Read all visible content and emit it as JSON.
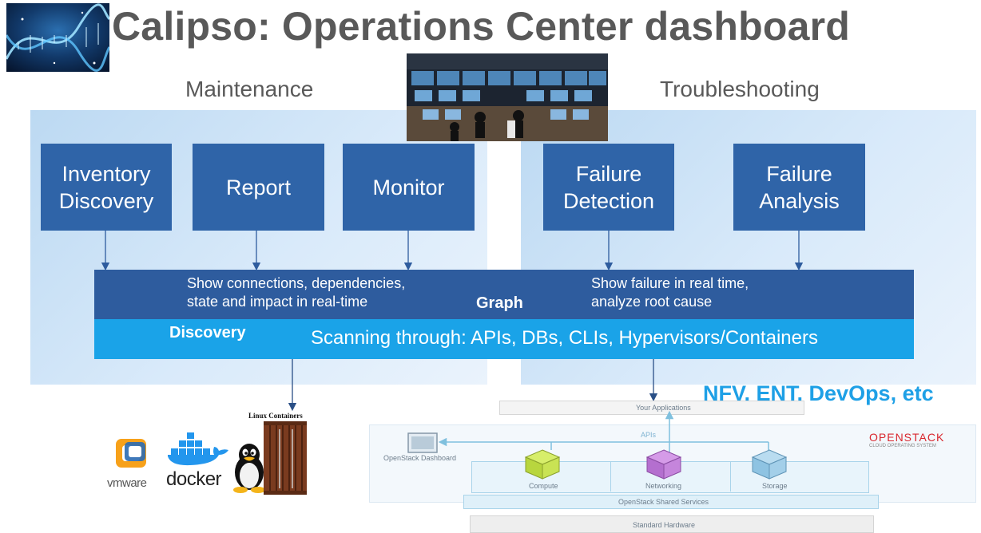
{
  "title": "Calipso: Operations Center dashboard",
  "sections": {
    "maintenance": "Maintenance",
    "troubleshooting": "Troubleshooting"
  },
  "boxes": {
    "inventory": [
      "Inventory",
      "Discovery"
    ],
    "report": "Report",
    "monitor": "Monitor",
    "failure_detection": [
      "Failure",
      "Detection"
    ],
    "failure_analysis": [
      "Failure",
      "Analysis"
    ]
  },
  "graph_bar": {
    "left_text": [
      "Show connections, dependencies,",
      "state and impact in real-time"
    ],
    "center_label": "Graph",
    "right_text": [
      "Show failure in real time,",
      "analyze root cause"
    ]
  },
  "discovery_bar": {
    "label": "Discovery",
    "text": "Scanning through: APIs, DBs, CLIs, Hypervisors/Containers"
  },
  "platforms": {
    "linux_containers": "Linux Containers",
    "vmware": "vmware",
    "docker": "docker"
  },
  "nfv_text": "NFV, ENT, DevOps, etc",
  "openstack": {
    "your_applications": "Your Applications",
    "apis": "APIs",
    "dashboard": "OpenStack Dashboard",
    "brand": "OPENSTACK",
    "brand_sub": "CLOUD OPERATING SYSTEM",
    "compute": "Compute",
    "networking": "Networking",
    "storage": "Storage",
    "shared_services": "OpenStack Shared Services",
    "standard_hardware": "Standard Hardware"
  },
  "colors": {
    "box_blue": "#2f64a8",
    "graph_bar": "#2e5c9e",
    "discovery_bar": "#1aa3e8",
    "accent_cyan": "#1ea0e6",
    "openstack_red": "#d9272e"
  }
}
